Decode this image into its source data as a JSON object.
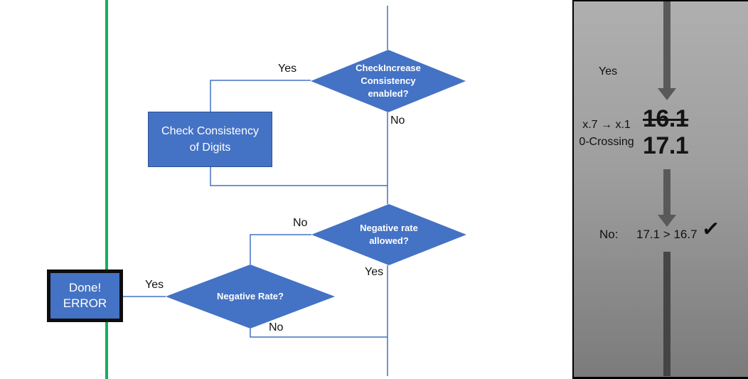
{
  "colors": {
    "shape_fill": "#4472C4",
    "shape_border": "#2F528F",
    "connector": "#4472C4",
    "green_divider": "#18AE5F",
    "arrow_gray": "#595959",
    "panel_top": "#AFAFAF",
    "panel_bottom": "#7B7B7B"
  },
  "flowchart": {
    "decision_check_increase": {
      "line1": "CheckIncrease",
      "line2": "Consistency",
      "line3": "enabled?"
    },
    "process_check_consistency": {
      "line1": "Check Consistency",
      "line2": "of Digits"
    },
    "decision_negative_rate_allowed": {
      "line1": "Negative rate",
      "line2": "allowed?"
    },
    "decision_negative_rate": {
      "text": "Negative Rate?"
    },
    "terminal_done": {
      "line1": "Done!",
      "line2": "ERROR"
    },
    "edge_labels": {
      "yes_top": "Yes",
      "no_top": "No",
      "no_mid": "No",
      "yes_mid": "Yes",
      "yes_done": "Yes",
      "no_bottom": "No"
    }
  },
  "panel": {
    "yes_label": "Yes",
    "rule_line1": "x.7 → x.1",
    "rule_line2": "0-Crossing",
    "old_value": "16.1",
    "new_value": "17.1",
    "result_label": "No:",
    "comparison": "17.1 > 16.7",
    "checkmark": "✓"
  }
}
